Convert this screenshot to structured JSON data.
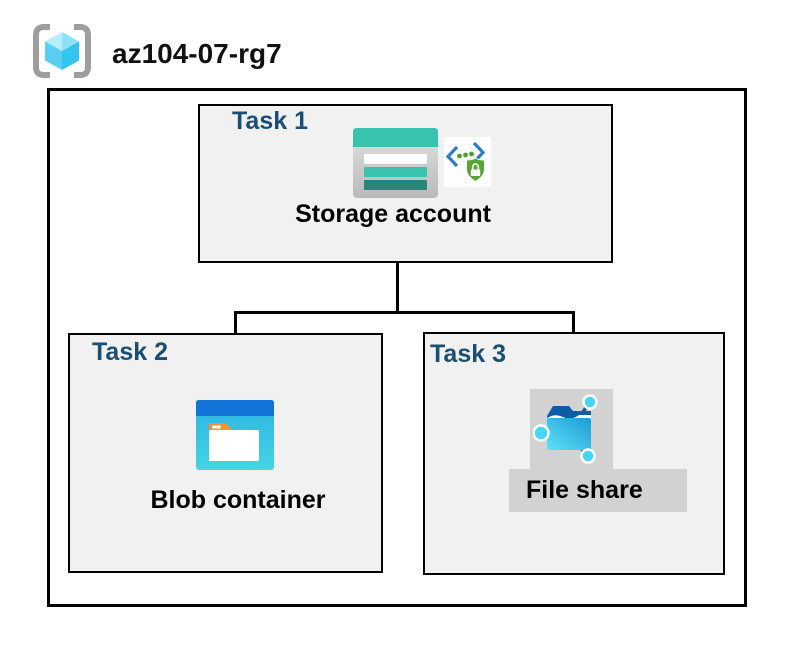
{
  "header": {
    "resource_group_name": "az104-07-rg7"
  },
  "diagram": {
    "tasks": [
      {
        "label": "Task 1",
        "resource": "Storage account",
        "icons": [
          "storage-account-icon",
          "shared-access-signature-icon"
        ]
      },
      {
        "label": "Task 2",
        "resource": "Blob container",
        "icons": [
          "blob-container-icon"
        ]
      },
      {
        "label": "Task 3",
        "resource": "File share",
        "icons": [
          "file-share-icon"
        ]
      }
    ],
    "connections": [
      {
        "from": "Storage account",
        "to": "Blob container"
      },
      {
        "from": "Storage account",
        "to": "File share"
      }
    ]
  },
  "colors": {
    "task_label": "#1b4e74",
    "box_fill": "#f1f1f1",
    "box_border": "#000000",
    "highlight_gray": "#d2d2d2",
    "storage_teal": "#38c3ae",
    "storage_teal_dark": "#27857a",
    "blob_top_blue": "#1273d8",
    "blob_cyan": "#31bce6",
    "blob_tab_orange": "#f59331",
    "file_share_dark_blue": "#0d5ca8",
    "file_share_cyan": "#45d5f5",
    "sas_shield_green": "#57a635",
    "sas_bracket_blue": "#2e7bc9",
    "rg_bracket_gray": "#9e9e9e",
    "rg_cube_cyan": "#4ecaf0"
  }
}
